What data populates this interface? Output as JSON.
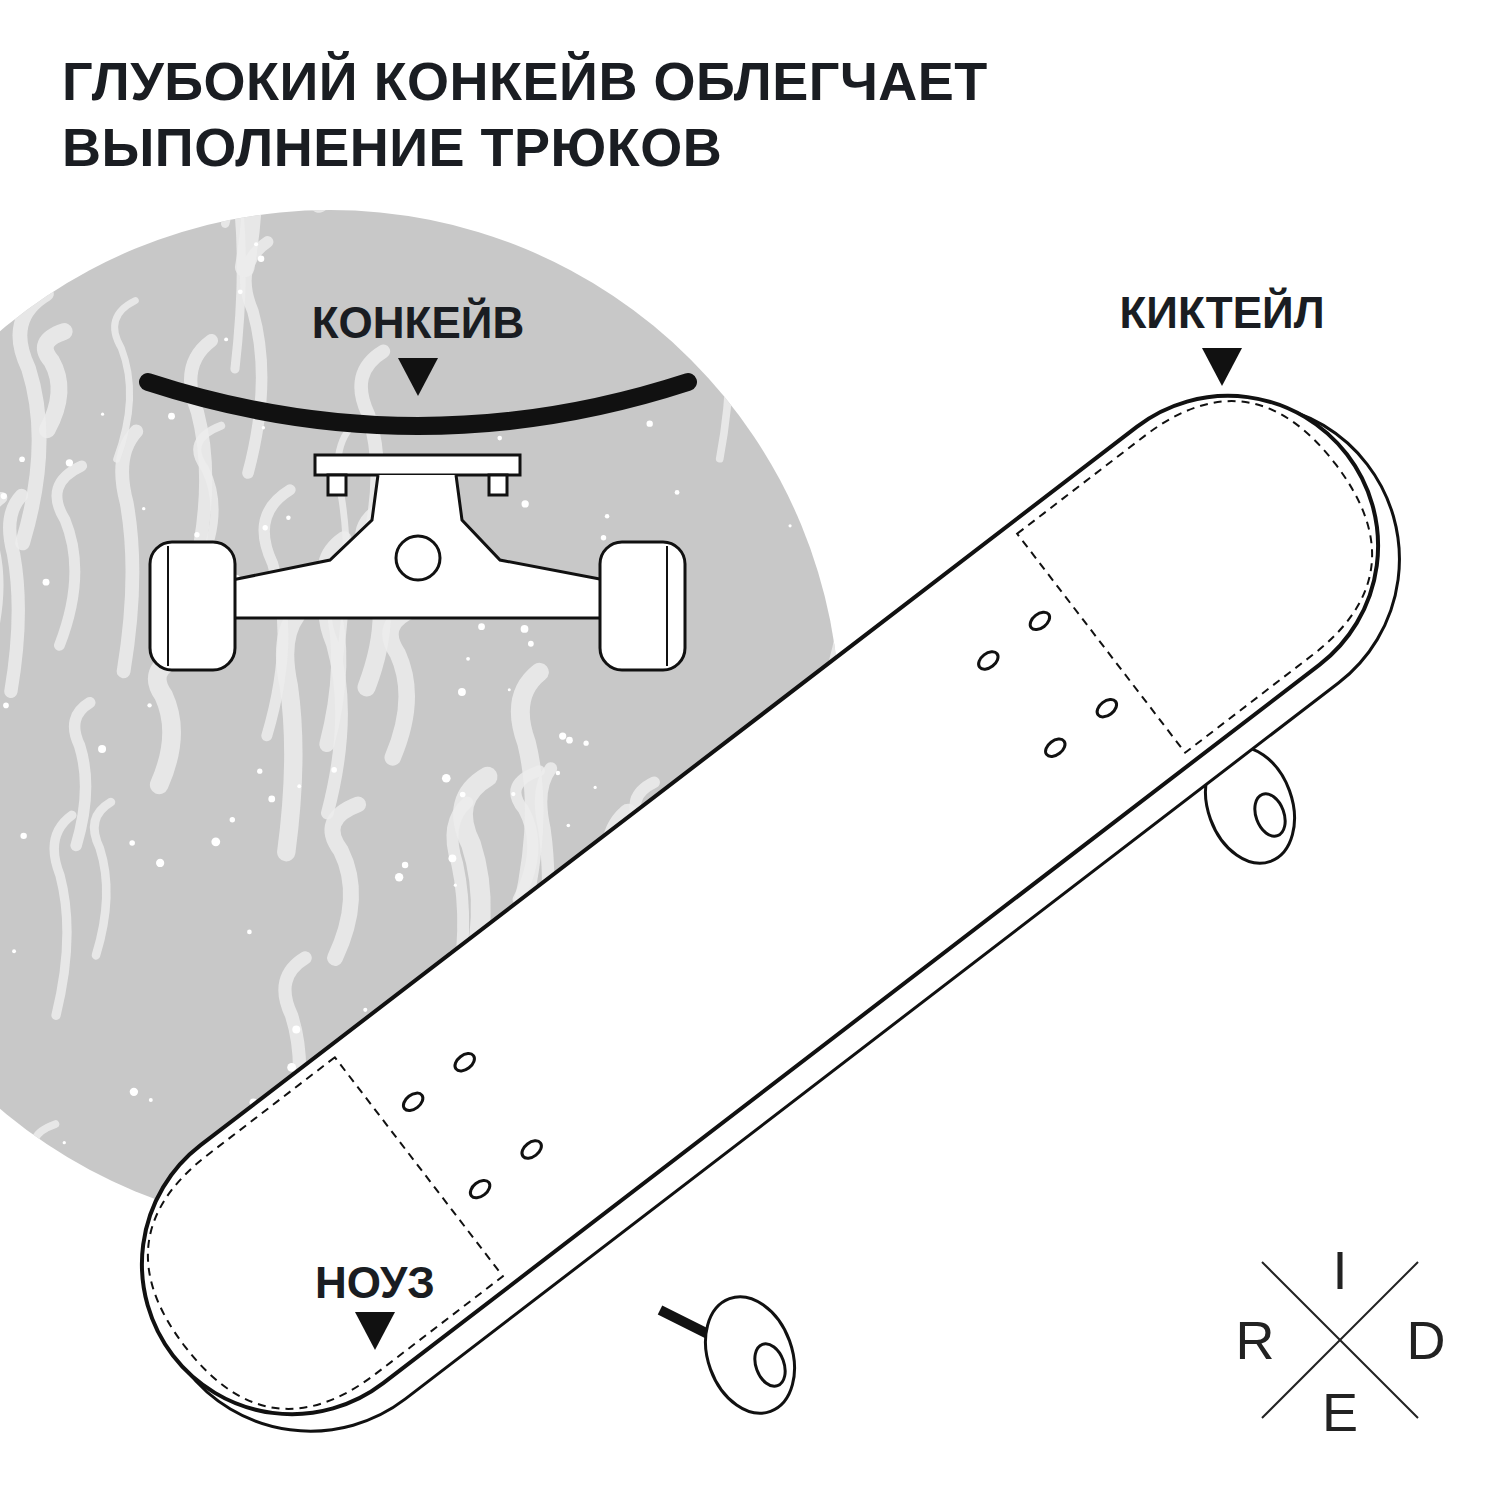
{
  "diagram": {
    "title": "ГЛУБОКИЙ КОНКЕЙВ ОБЛЕГЧАЕТ ВЫПОЛНЕНИЕ ТРЮКОВ",
    "labels": [
      "КОНКЕЙВ",
      "КИКТЕЙЛ",
      "НОУЗ",
      "I",
      "R",
      "D",
      "E"
    ]
  }
}
